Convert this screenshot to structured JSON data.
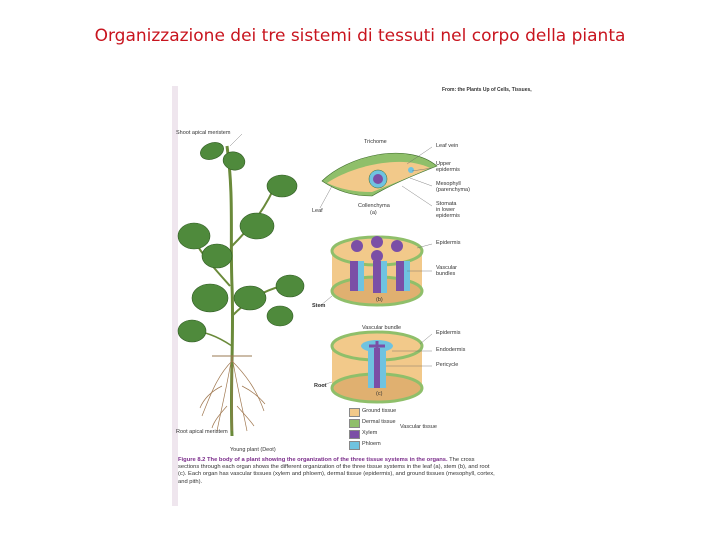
{
  "title": "Organizzazione dei tre sistemi di tessuti nel corpo della pianta",
  "figure": {
    "source_note": "From: the Plants Up of Cells, Tissues,",
    "plant_labels": {
      "shoot_apical_meristem": "Shoot apical meristem",
      "leaf": "Leaf",
      "stem": "Stem",
      "root": "Root",
      "root_apical_meristem": "Root apical meristem",
      "young_plant": "Young plant (Deot)"
    },
    "leaf_labels": {
      "trichome": "Trichome",
      "leaf_vein": "Leaf vein",
      "upper_epidermis": "Upper\nepidermis",
      "mesophyll": "Mesophyll\n(parenchyma)",
      "stomata": "Stomata\nin lower\nepidermis",
      "collenchyma": "Collenchyma",
      "panel_a": "(a)"
    },
    "stem_labels": {
      "epidermis": "Epidermis",
      "vascular_bundles": "Vascular\nbundles",
      "panel_b": "(b)"
    },
    "root_labels": {
      "vascular_bundle": "Vascular bundle",
      "epidermis": "Epidermis",
      "endodermis": "Endodermis",
      "pericycle": "Pericycle",
      "panel_c": "(c)"
    },
    "legend": [
      {
        "label": "Ground tissue",
        "color": "#f2c98a"
      },
      {
        "label": "Dermal tissue",
        "color": "#8fbf6a"
      },
      {
        "label": "Xylem",
        "color": "#7b4fa6"
      },
      {
        "label": "Phloem",
        "color": "#6fc3e0"
      }
    ],
    "vascular_tissue_label": "Vascular tissue",
    "caption": {
      "head": "Figure 8.2  The body of a plant showing the organization of the three tissue systems in the organs.",
      "body": " The cross sections through each organ shows the different organization of the three tissue systems in the leaf (a), stem (b), and root (c). Each organ has vascular tissues (xylem and phloem), dermal tissue (epidermis), and ground tissues (mesophyll, cortex, and pith)."
    }
  }
}
